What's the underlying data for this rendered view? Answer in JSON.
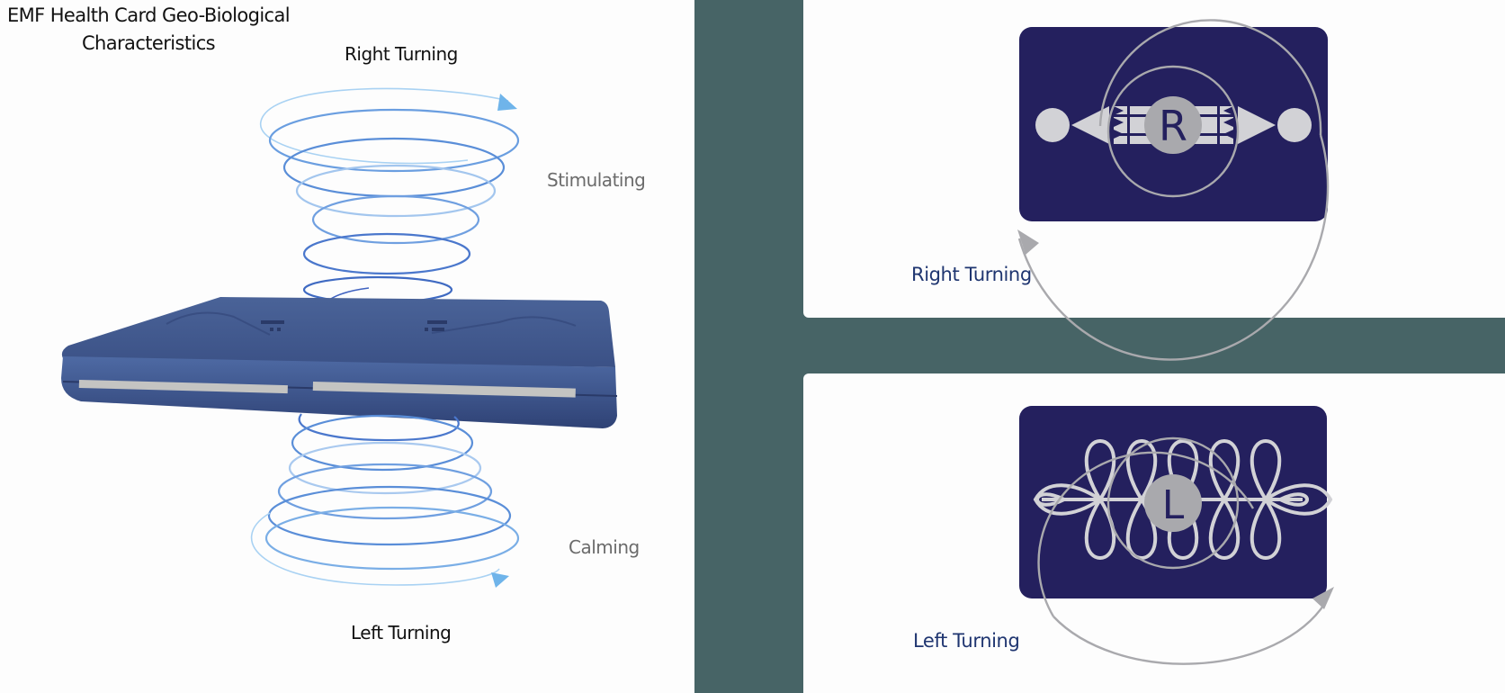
{
  "colors": {
    "background": "#fdfdfd",
    "teal_panel": "#476466",
    "card_navy": "#24205e",
    "symbol_gray": "#d2d2d6",
    "circle_gray": "#a9a9ad",
    "spiral_blue": "#3e6fc4",
    "spiral_light": "#8fc1ee",
    "device_blue": "#3f5588",
    "caption_navy": "#1f3570"
  },
  "left_diagram": {
    "title": "EMF Health Card Geo-Biological Characteristics",
    "title_line1": "EMF Health Card Geo-Biological",
    "title_line2": "Characteristics",
    "top_label": "Right Turning",
    "top_effect": "Stimulating",
    "bottom_label": "Left Turning",
    "bottom_effect": "Calming",
    "device": "EMF health card (3D render)"
  },
  "right_panels": [
    {
      "id": "right-turning-card",
      "center_letter": "R",
      "caption": "Right Turning",
      "arrow_direction": "counter-clockwise-up-left"
    },
    {
      "id": "left-turning-card",
      "center_letter": "L",
      "caption": "Left Turning",
      "arrow_direction": "clockwise-up-right"
    }
  ]
}
